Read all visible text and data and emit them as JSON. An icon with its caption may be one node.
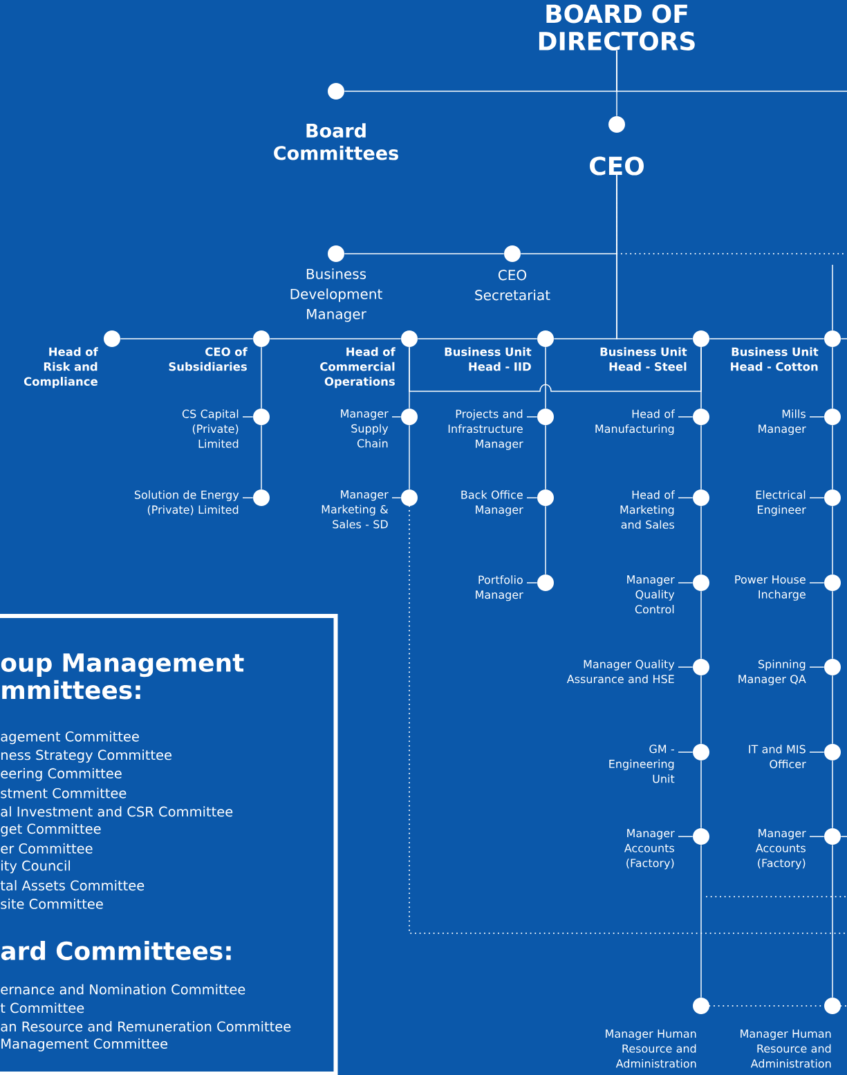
{
  "diagram": {
    "nodes": [
      {
        "text": [
          "BOARD OF DIRECTORS"
        ]
      },
      {
        "text": [
          "Board Committees"
        ]
      },
      {
        "text": [
          "CEO"
        ]
      },
      {
        "text": [
          "Business Development Manager"
        ]
      },
      {
        "text": [
          "CEO Secretariat"
        ]
      },
      {
        "text": [
          "Head of Risk and Compliance"
        ]
      },
      {
        "text": [
          "CEO of Subsidiaries"
        ]
      },
      {
        "text": [
          "Head of Commercial Operations"
        ]
      },
      {
        "text": [
          "Business Unit Head - IID"
        ]
      },
      {
        "text": [
          "Business Unit Head - Steel"
        ]
      },
      {
        "text": [
          "Business Unit Head - Cotton"
        ]
      },
      {
        "text": [
          "CS Capital (Private) Limited"
        ]
      },
      {
        "text": [
          "Solution de Energy (Private) Limited"
        ]
      },
      {
        "text": [
          "Manager Supply Chain"
        ]
      },
      {
        "text": [
          "Manager Marketing & Sales - SD"
        ]
      },
      {
        "text": [
          "Projects and Infrastructure Manager"
        ]
      },
      {
        "text": [
          "Back Office Manager"
        ]
      },
      {
        "text": [
          "Portfolio Manager"
        ]
      },
      {
        "text": [
          "Head of Manufacturing"
        ]
      },
      {
        "text": [
          "Head of Marketing and Sales"
        ]
      },
      {
        "text": [
          "Manager Quality Control"
        ]
      },
      {
        "text": [
          "Manager Quality Assurance and HSE"
        ]
      },
      {
        "text": [
          "GM - Engineering Unit"
        ]
      },
      {
        "text": [
          "Manager Accounts (Factory)"
        ]
      },
      {
        "text": [
          "Manager Human Resource and Administration"
        ]
      },
      {
        "text": [
          "Mills Manager"
        ]
      },
      {
        "text": [
          "Electrical Engineer"
        ]
      },
      {
        "text": [
          "Power House Incharge"
        ]
      },
      {
        "text": [
          "Spinning Manager QA"
        ]
      },
      {
        "text": [
          "IT and MIS Officer"
        ]
      },
      {
        "text": [
          "Manager Accounts (Factory)"
        ]
      },
      {
        "text": [
          "Manager Human Resource and Administration"
        ]
      },
      {
        "text": [
          "oup Management mmittees:",
          "agement Committee",
          "ness Strategy Committee",
          "eering Committee",
          "stment Committee",
          "al Investment and CSR Committee",
          "get Committee",
          "er Committee",
          "ity Council",
          "tal Assets Committee",
          "site Committee",
          "ard Committees:",
          "ernance and Nomination Committee",
          "t Committee",
          "an Resource and Remuneration Committee",
          "Management Committee"
        ]
      }
    ],
    "edges": [
      {
        "from": 0,
        "to": 1,
        "arrow": "none"
      },
      {
        "from": 0,
        "to": 2,
        "arrow": "none"
      },
      {
        "from": 0,
        "to": null,
        "arrow": "none"
      },
      {
        "from": 2,
        "to": 4,
        "arrow": "none"
      },
      {
        "from": 4,
        "to": 3,
        "arrow": "none"
      },
      {
        "from": 2,
        "to": null,
        "arrow": "none",
        "style": "dashed"
      },
      {
        "from": 2,
        "to": 8,
        "arrow": "none"
      },
      {
        "from": 8,
        "to": 7,
        "arrow": "none"
      },
      {
        "from": 7,
        "to": 6,
        "arrow": "none"
      },
      {
        "from": 6,
        "to": 5,
        "arrow": "none"
      },
      {
        "from": 2,
        "to": 9,
        "arrow": "none"
      },
      {
        "from": 9,
        "to": 10,
        "arrow": "none"
      },
      {
        "from": 10,
        "to": null,
        "arrow": "none"
      },
      {
        "from": 6,
        "to": 11,
        "arrow": "none"
      },
      {
        "from": 11,
        "to": 12,
        "arrow": "none"
      },
      {
        "from": 7,
        "to": 13,
        "arrow": "none"
      },
      {
        "from": 13,
        "to": 14,
        "arrow": "none"
      },
      {
        "from": 14,
        "to": null,
        "arrow": "none",
        "style": "dashed"
      },
      {
        "from": 7,
        "to": 9,
        "arrow": "none"
      },
      {
        "from": 8,
        "to": 15,
        "arrow": "none"
      },
      {
        "from": 15,
        "to": 16,
        "arrow": "none"
      },
      {
        "from": 16,
        "to": 17,
        "arrow": "none"
      },
      {
        "from": 9,
        "to": 18,
        "arrow": "none"
      },
      {
        "from": 18,
        "to": 19,
        "arrow": "none"
      },
      {
        "from": 19,
        "to": 20,
        "arrow": "none"
      },
      {
        "from": 20,
        "to": 21,
        "arrow": "none"
      },
      {
        "from": 21,
        "to": 22,
        "arrow": "none"
      },
      {
        "from": 22,
        "to": 23,
        "arrow": "none"
      },
      {
        "from": 23,
        "to": 24,
        "arrow": "none"
      },
      {
        "from": 10,
        "to": 25,
        "arrow": "none"
      },
      {
        "from": 25,
        "to": 26,
        "arrow": "none"
      },
      {
        "from": 26,
        "to": 27,
        "arrow": "none"
      },
      {
        "from": 27,
        "to": 28,
        "arrow": "none"
      },
      {
        "from": 28,
        "to": 29,
        "arrow": "none"
      },
      {
        "from": 29,
        "to": 30,
        "arrow": "none"
      },
      {
        "from": 30,
        "to": 31,
        "arrow": "none"
      },
      {
        "from": null,
        "to": 10,
        "arrow": "none"
      },
      {
        "from": 24,
        "to": 31,
        "arrow": "none",
        "style": "dashed"
      },
      {
        "from": 31,
        "to": null,
        "arrow": "none",
        "style": "dashed"
      },
      {
        "from": 30,
        "to": null,
        "arrow": "none"
      }
    ]
  }
}
